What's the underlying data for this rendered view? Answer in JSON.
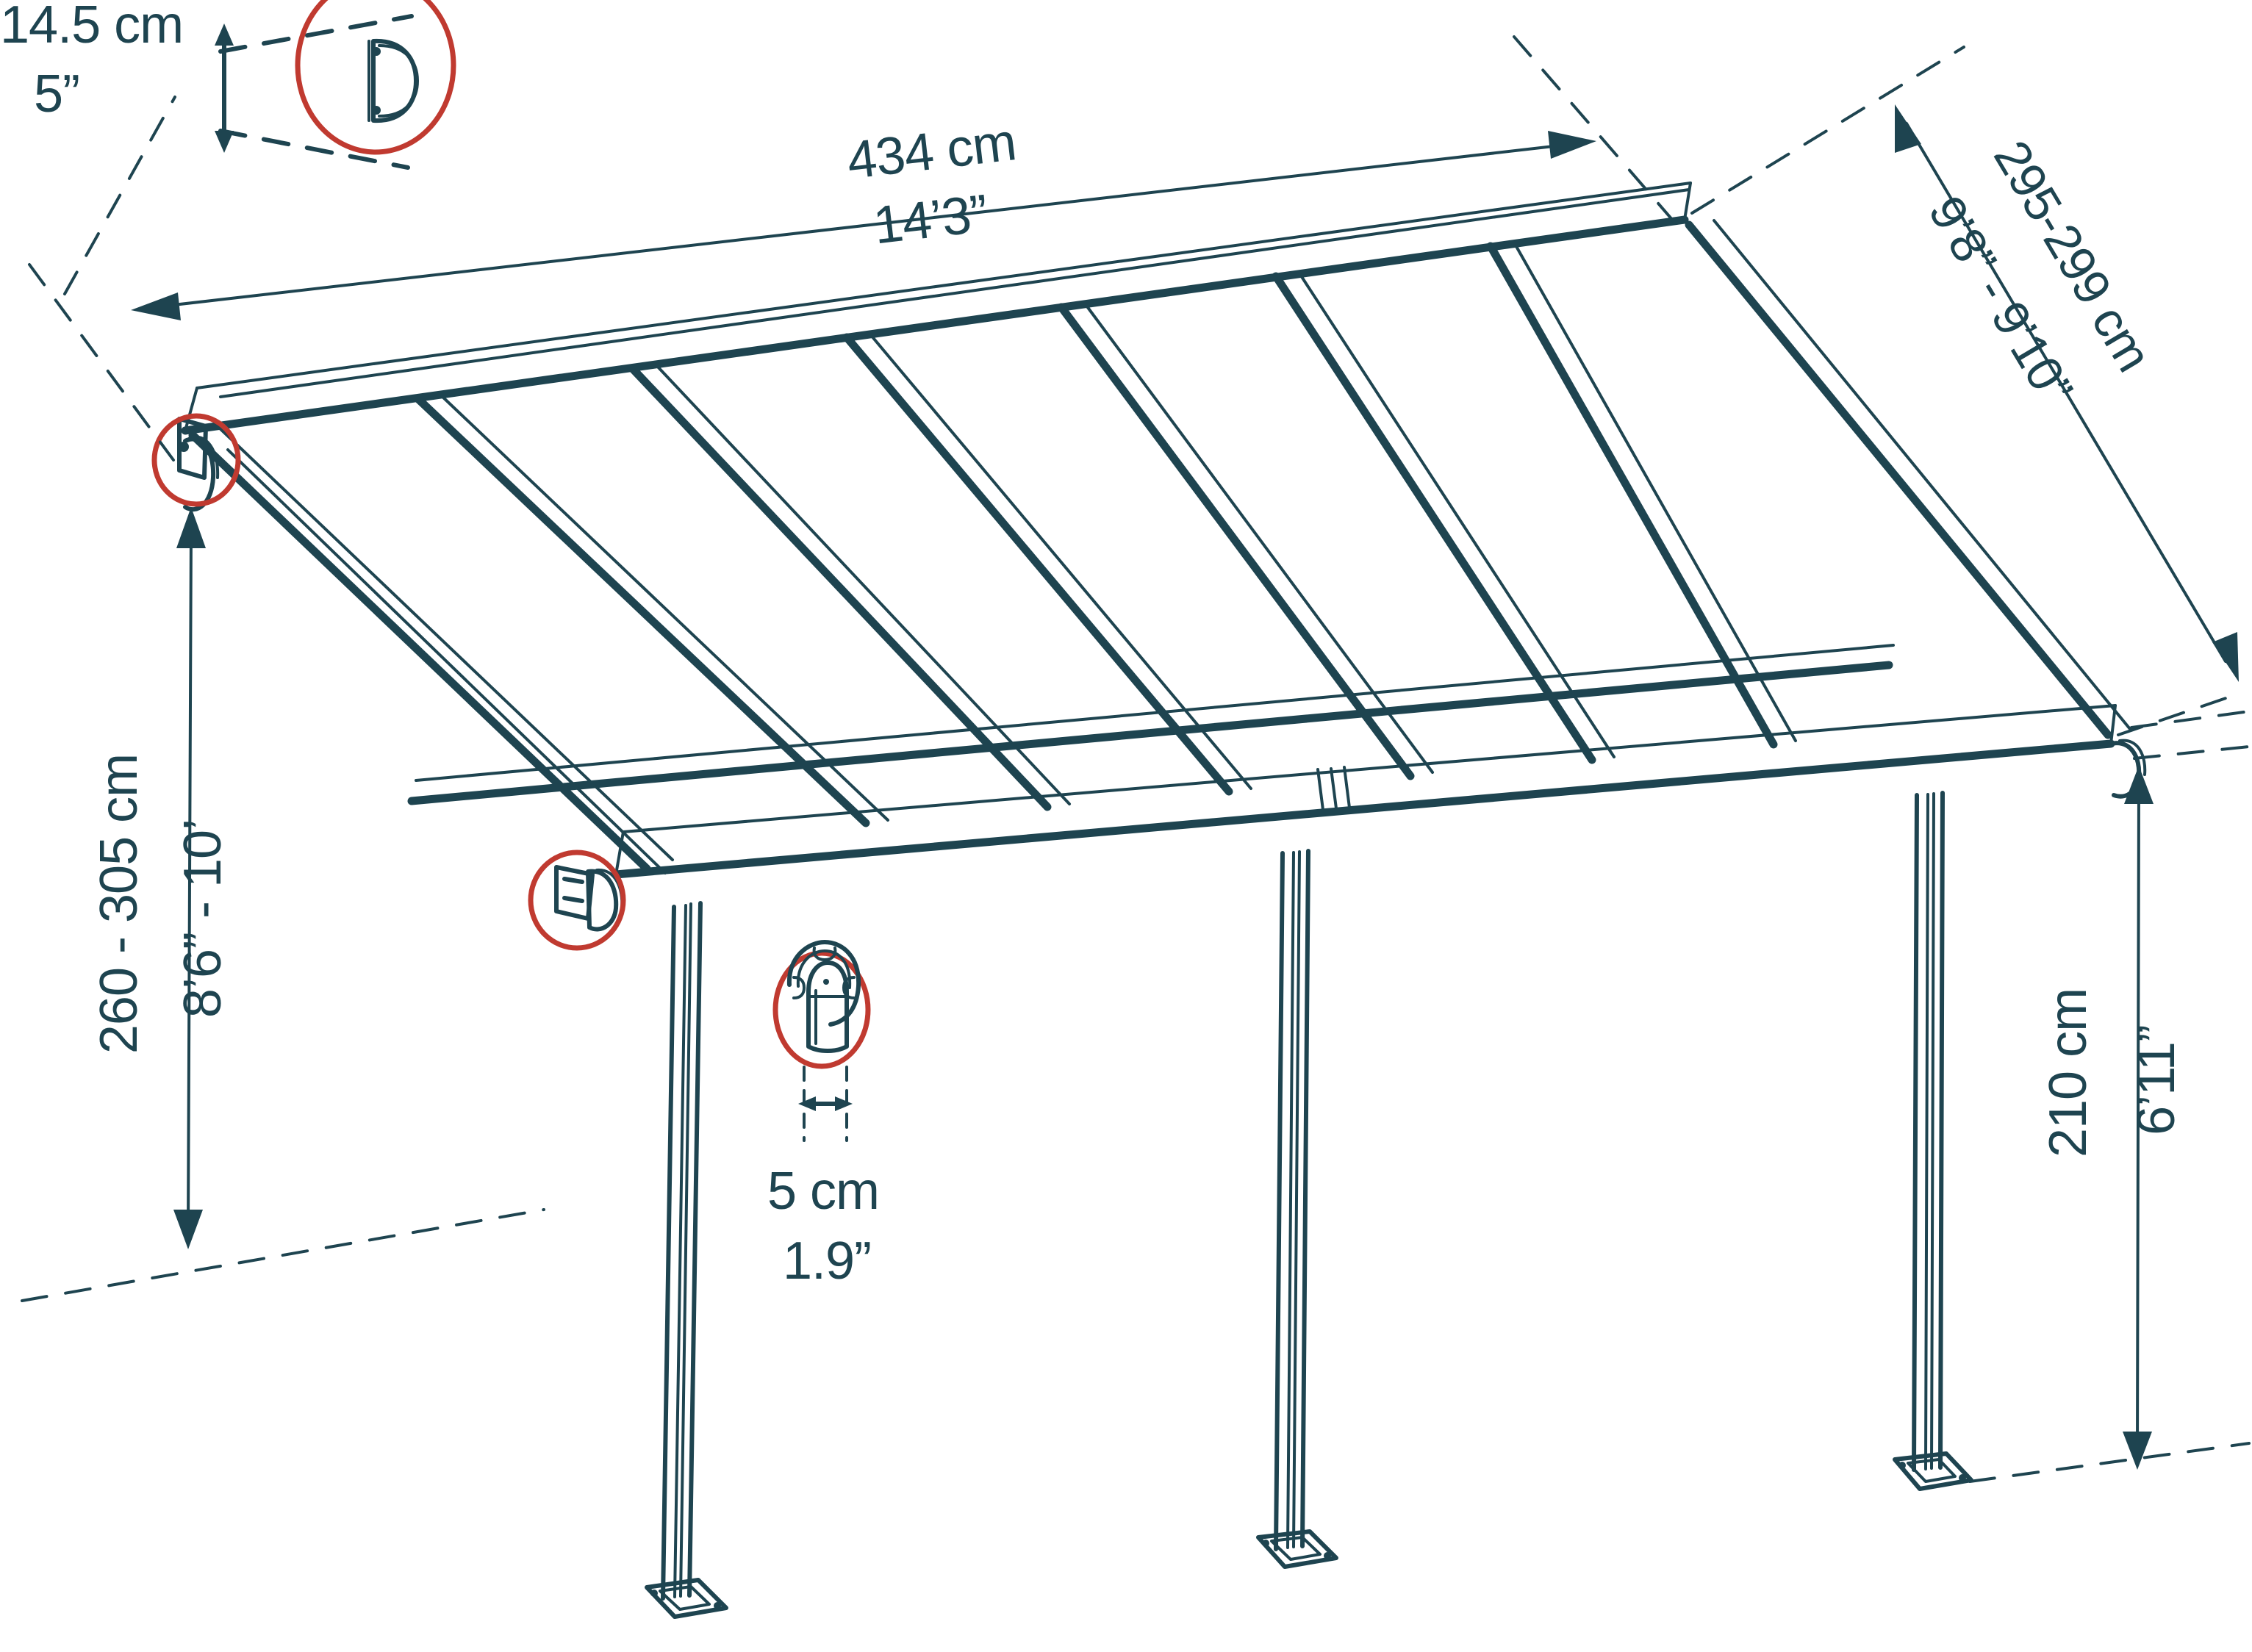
{
  "drawing": {
    "title": "Patio cover dimensioned isometric drawing",
    "colors": {
      "line": "#1e4450",
      "accent_circle": "#c03a30",
      "background": "#ffffff",
      "panel_fill": "#ffffff"
    }
  },
  "dimensions": {
    "gutter_height": {
      "metric": "14.5 cm",
      "imperial": "5”",
      "name": "gutter-profile-height"
    },
    "width": {
      "metric": "434 cm",
      "imperial": "14’3”",
      "name": "overall-width"
    },
    "projection": {
      "metric": "295-299 cm",
      "imperial": "9’8” - 9’10”",
      "name": "overall-projection"
    },
    "wall_height": {
      "metric": "260 - 305 cm",
      "imperial": "8’6” - 10’",
      "name": "wall-mount-height"
    },
    "post_diameter": {
      "metric": "5 cm",
      "imperial": "1.9”",
      "name": "post-diameter"
    },
    "front_height": {
      "metric": "210 cm",
      "imperial": "6’11”",
      "name": "front-clearance-height"
    }
  },
  "callouts": [
    {
      "id": "gutter-detail",
      "label": "gutter-profile-detail-circle"
    },
    {
      "id": "wall-bracket-detail",
      "label": "wall-bracket-detail-circle"
    },
    {
      "id": "eave-detail",
      "label": "eave-connector-detail-circle"
    },
    {
      "id": "post-detail",
      "label": "post-connector-detail-circle"
    }
  ],
  "structure": {
    "roof_bays": 7,
    "posts": 3,
    "cross_beam": 1
  }
}
